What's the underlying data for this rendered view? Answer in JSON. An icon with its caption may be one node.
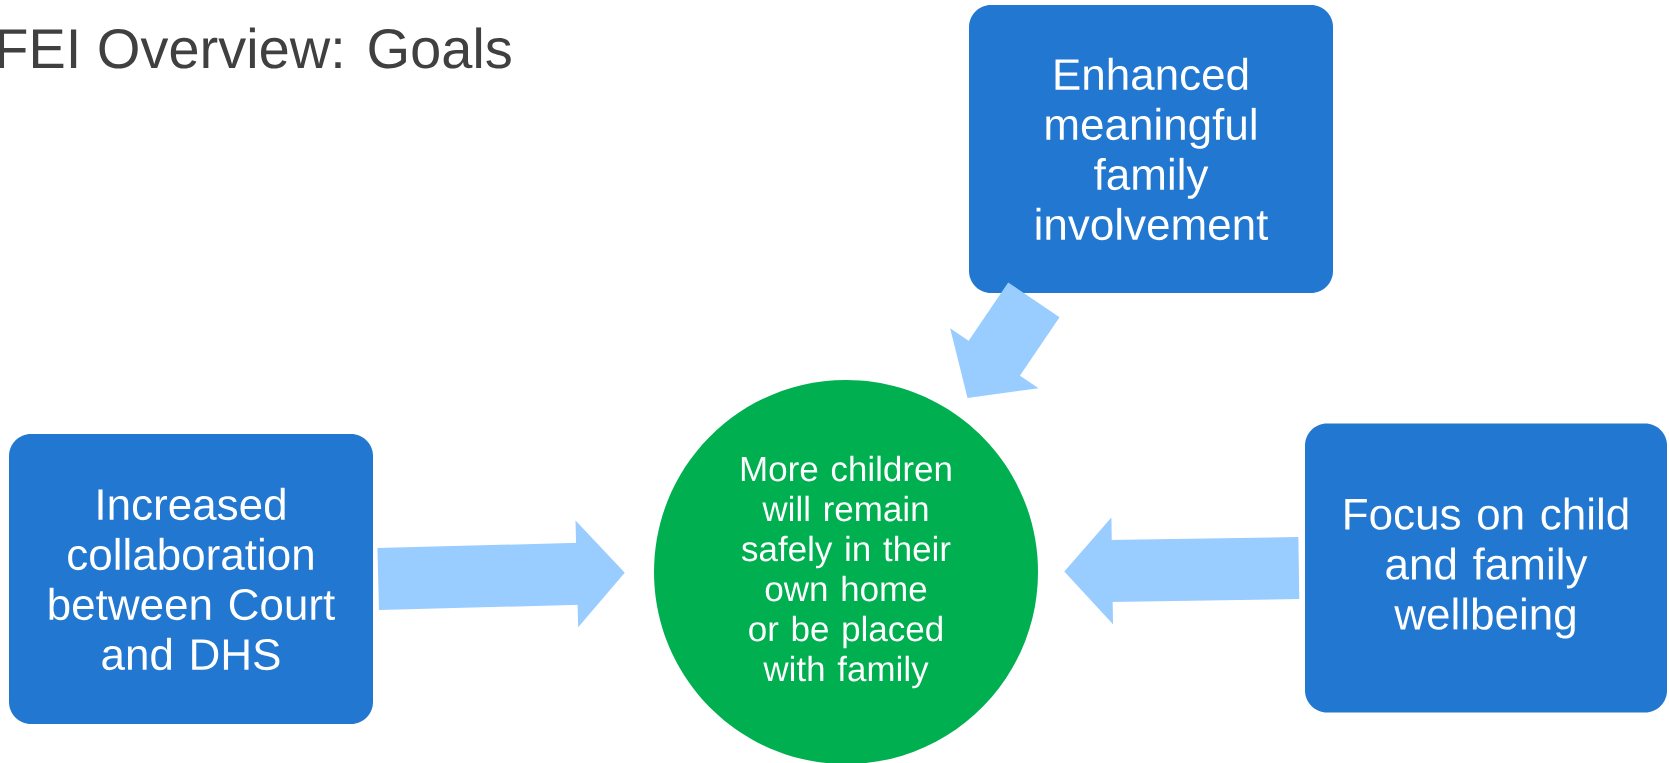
{
  "diagram": {
    "title": "FEI Overview: Goals",
    "nodes": [
      {
        "text": [
          "Enhanced meaningful family involvement"
        ]
      },
      {
        "text": [
          "Increased collaboration between Court and DHS"
        ]
      },
      {
        "text": [
          "More children will remain safely in their own home or be placed with family"
        ]
      },
      {
        "text": [
          "Focus on child and family wellbeing"
        ]
      }
    ],
    "edges": [
      {
        "from": 0,
        "to": 2,
        "arrow": "to"
      },
      {
        "from": 1,
        "to": 2,
        "arrow": "to"
      },
      {
        "from": 3,
        "to": 2,
        "arrow": "to"
      }
    ]
  }
}
